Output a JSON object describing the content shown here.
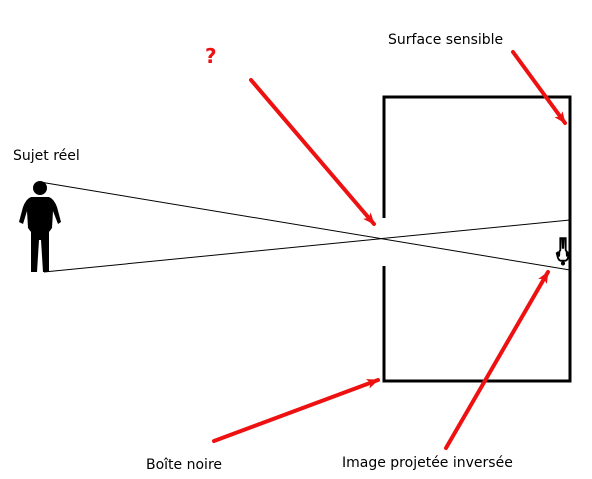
{
  "labels": {
    "question": "?",
    "surface": "Surface sensible",
    "subject": "Sujet réel",
    "box": "Boîte noire",
    "image": "Image projetée inversée"
  },
  "colors": {
    "arrow": "#ee1111",
    "line": "#000000",
    "background": "#ffffff"
  },
  "icons": {
    "subject": "standing-person-icon",
    "projected_image": "inverted-person-icon"
  }
}
